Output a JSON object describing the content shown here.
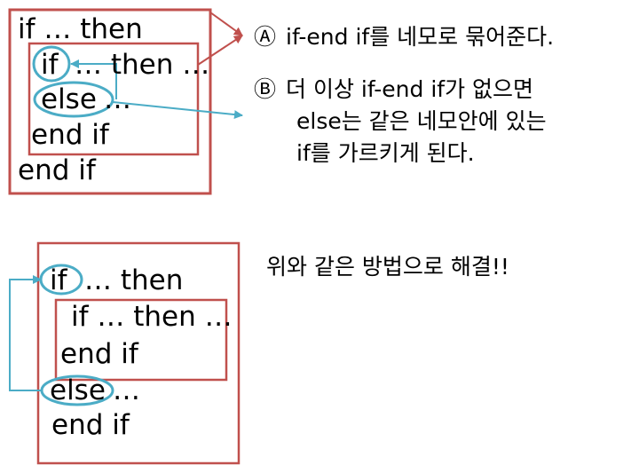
{
  "colors": {
    "box": "#c0504d",
    "oval": "#4bacc6",
    "arrow_red": "#c0504d",
    "arrow_blue": "#4bacc6",
    "text": "#000000"
  },
  "top": {
    "outer_line1": "if … then",
    "inner_if": "if",
    "inner_then": "… then …",
    "inner_else": "else",
    "inner_else_tail": "…",
    "inner_end": "end if",
    "outer_end": "end if"
  },
  "notes": {
    "a_marker": "Ⓐ",
    "a_text": "if-end if를 네모로 묶어준다.",
    "b_marker": "Ⓑ",
    "b_line1": "더 이상 if-end if가 없으면",
    "b_line2": "else는 같은 네모안에 있는",
    "b_line3": "if를 가르키게 된다."
  },
  "bottom": {
    "outer_if": "if",
    "outer_then": "… then",
    "inner_line1": "if … then …",
    "inner_end": "end if",
    "outer_else": "else",
    "outer_else_tail": "…",
    "outer_end": "end if",
    "note": "위와 같은 방법으로 해결!!"
  }
}
